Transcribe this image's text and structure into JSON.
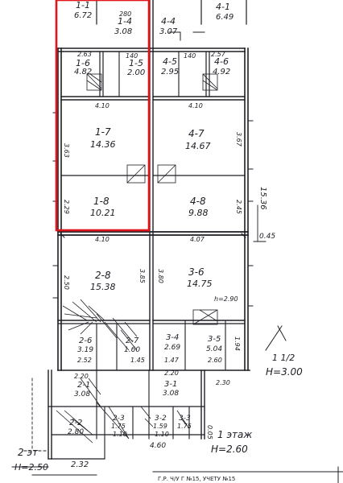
{
  "plan": {
    "highlight_color": "#e0141b",
    "ink_color": "#1d1d24",
    "rooms": [
      {
        "id": "1-1",
        "area": "6.72"
      },
      {
        "id": "1-4",
        "area": "3.08"
      },
      {
        "id": "4-4",
        "area": "3.07"
      },
      {
        "id": "4-1",
        "area": "6.49"
      },
      {
        "id": "1-6",
        "area": "4.82"
      },
      {
        "id": "1-5",
        "area": "2.00"
      },
      {
        "id": "4-5",
        "area": "2.95"
      },
      {
        "id": "4-6",
        "area": "4.92"
      },
      {
        "id": "1-7",
        "area": "14.36"
      },
      {
        "id": "4-7",
        "area": "14.67"
      },
      {
        "id": "1-8",
        "area": "10.21"
      },
      {
        "id": "4-8",
        "area": "9.88"
      },
      {
        "id": "2-8",
        "area": "15.38"
      },
      {
        "id": "3-6",
        "area": "14.75"
      },
      {
        "id": "2-6",
        "area": "3.19"
      },
      {
        "id": "2-7",
        "area": "1.60"
      },
      {
        "id": "3-4",
        "area": "2.69"
      },
      {
        "id": "3-5",
        "area": "5.04"
      },
      {
        "id": "2-1",
        "area": "3.08"
      },
      {
        "id": "3-1",
        "area": "3.08"
      },
      {
        "id": "2-2",
        "area": "2.80"
      },
      {
        "id": "2-3",
        "area": "1.75"
      },
      {
        "id": "3-2",
        "area": "1.59"
      },
      {
        "id": "3-3",
        "area": "1.75"
      }
    ],
    "dimensions": [
      "280",
      "140",
      "2.63",
      "140",
      "2.57",
      "4.10",
      "4.10",
      "3.63",
      "3.67",
      "2.29",
      "2.45",
      "15.36",
      "4.10",
      "4.07",
      "0.45",
      "3.85",
      "3.80",
      "2.50",
      "h=2.90",
      "2.52",
      "1.45",
      "1.47",
      "2.60",
      "1.94",
      "2.20",
      "2.30",
      "2.20",
      "1.10",
      "1.10",
      "4.60",
      "0.05"
    ],
    "annotations": [
      {
        "text": "1 1/2"
      },
      {
        "text": "H=3.00"
      },
      {
        "text": "1 этаж"
      },
      {
        "text": "H=2.60"
      },
      {
        "text": "2 эт"
      },
      {
        "text": "H=2.50"
      },
      {
        "text": "2.32"
      }
    ],
    "stamp_text": "Г.Р. Ч/У Г    №15, УЧЕТУ №15"
  }
}
